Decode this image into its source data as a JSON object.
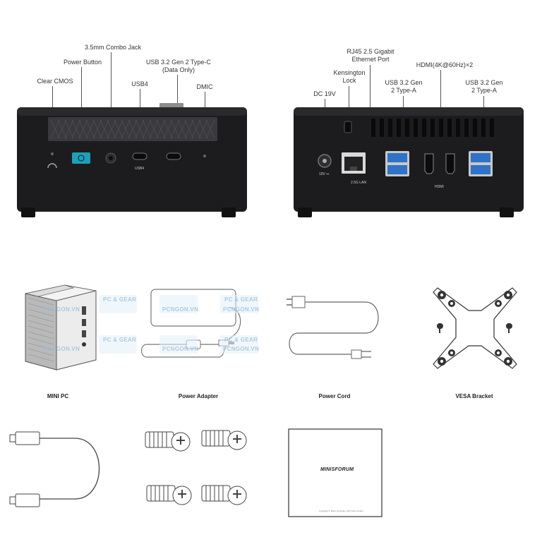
{
  "front_labels": {
    "combo_jack": "3.5mm Combo Jack",
    "power_button": "Power Button",
    "usb_c": "USB 3.2 Gen 2 Type-C",
    "usb_c_note": "(Data Only)",
    "clear_cmos": "Clear CMOS",
    "usb4": "USB4",
    "dmic": "DMIC"
  },
  "rear_labels": {
    "rj45": "RJ45 2.5 Gigabit",
    "rj45_2": "Ethernet Port",
    "kensington": "Kensington",
    "kensington_2": "Lock",
    "hdmi": "HDMI(4K@60Hz)×2",
    "usb_a_left": "USB 3.2 Gen",
    "usb_a_left_2": "2 Type-A",
    "usb_a_right": "USB 3.2 Gen",
    "usb_a_right_2": "2 Type-A",
    "dc": "DC 19V"
  },
  "port_print": {
    "usb4": "USB4",
    "lan": "2.5G LAN",
    "hdmi": "HDMI",
    "dc": "19V ⎓"
  },
  "captions": {
    "mini_pc": "MINI PC",
    "power_adapter": "Power Adapter",
    "power_cord": "Power Cord",
    "vesa": "VESA Bracket"
  },
  "watermark": {
    "brand": "PCNGON.VN",
    "gear": "PC & GEAR"
  },
  "box": {
    "brand": "MINISFORUM",
    "footer": "Copyright © Micro Computer (HK) Tech Limited"
  },
  "colors": {
    "chassis": "#1c1c1e",
    "usb_blue": "#2f73c8",
    "power_teal": "#1e9fb8"
  }
}
